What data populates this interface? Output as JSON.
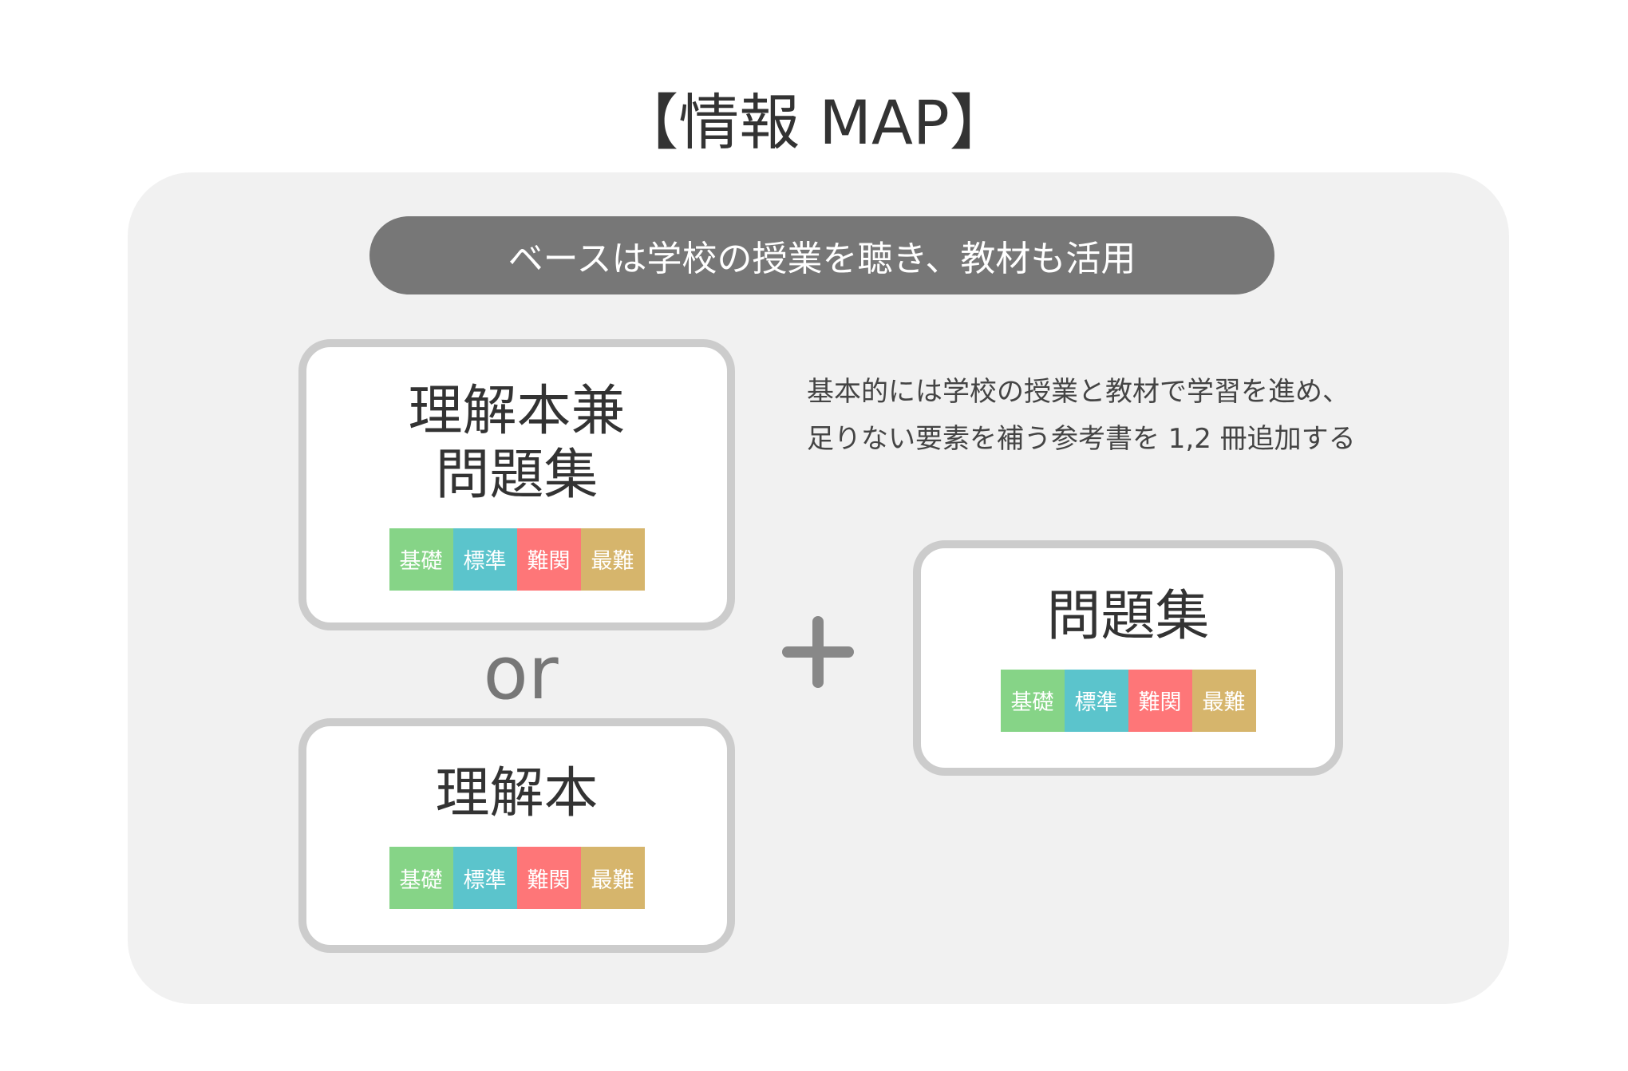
{
  "title": "【情報 MAP】",
  "base_banner": "ベースは学校の授業を聴き、教材も活用",
  "note": [
    "基本的には学校の授業と教材で学習を進め、",
    "足りない要素を補う参考書を 1,2 冊追加する"
  ],
  "levels": [
    {
      "label": "基礎",
      "color": "#86d487"
    },
    {
      "label": "標準",
      "color": "#5bc4cc"
    },
    {
      "label": "難関",
      "color": "#fe7678"
    },
    {
      "label": "最難",
      "color": "#d6b56c"
    }
  ],
  "cards": {
    "combined": [
      "理解本兼",
      "問題集"
    ],
    "understanding": "理解本",
    "problems": "問題集"
  },
  "or_label": "or"
}
